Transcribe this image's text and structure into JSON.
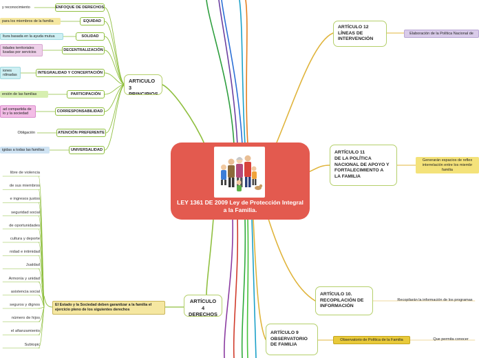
{
  "central": {
    "title": "LEY 1361 DE 2009  Ley de Protección Integral a la Familia.",
    "image_icon": "family-illustration"
  },
  "left_branches": {
    "principios": {
      "label": "ARTICULO 3 PRINCIPIOS",
      "children": [
        {
          "label": "ENFOQUE DE DERECHOS",
          "leaf": "y reconocimiento",
          "leaf_color": "c-plain"
        },
        {
          "label": "EQUIDAD",
          "leaf": "para los miembros de la familia",
          "leaf_color": "c-yellow"
        },
        {
          "label": "SOLIDAD",
          "leaf": "ltura basada en la ayuda mutua",
          "leaf_color": "c-cyan"
        },
        {
          "label": "DECENTRALIZACIÓN",
          "leaf": "tidades territoriales\nlizadas por servicios",
          "leaf_color": "c-pink"
        },
        {
          "label": "INTEGRALIDAD Y CONCERTACIÓN",
          "leaf": "iones\nrdinadas",
          "leaf_color": "c-cyan"
        },
        {
          "label": "PARTICIPACIÓN",
          "leaf": "ersión de las familias",
          "leaf_color": "c-green"
        },
        {
          "label": "CORRESPONSABILIDAD",
          "leaf": "ad compartida de\nlo y la sociedad",
          "leaf_color": "c-magenta"
        },
        {
          "label": "ATENCIÓN PREFERENTE",
          "leaf": "Obligación",
          "leaf_color": "c-plain"
        },
        {
          "label": "UNIVERSALIDAD",
          "leaf": "igidas a todas las familias",
          "leaf_color": "c-blue"
        }
      ]
    },
    "derechos": {
      "label": "ARTÍCULO 4 DERECHOS",
      "intro": "El Estado y la Sociedad deben garantizar a la familia el ejercicio pleno de los siguientes derechos",
      "items": [
        "libre de violencia",
        "de sus miembros",
        "e ingresos justos",
        "seguridad social",
        "de oportunidades",
        "cultura y deporte",
        "nidad e intimidad",
        "Jualdad",
        "Armonía y unidad",
        "asistencia social",
        "seguros y dignos",
        "número de hijos",
        "el afianzamiento",
        "Subtopic"
      ]
    }
  },
  "right_branches": [
    {
      "label": "ARTÍCULO 12\nLÍNEAS DE\nINTERVENCIÓN",
      "leaf": "Elaboración de la Política Nacional de",
      "leaf_color": "r-purple"
    },
    {
      "label": "ARTÍCULO 11\nDE LA POLÍTICA\nNACIONAL DE APOYO Y\nFORTALECIMIENTO A\nLA FAMILIA",
      "leaf": "Generarán espacios de reflex\ninterrelación entre los miembr\nfamilia",
      "leaf_color": "r-yellow"
    },
    {
      "label": "ARTÍCULO 10.\nRECOPILACIÓN DE\nINFORMACIÓN",
      "leaf": "Recopilarán la información de los programas",
      "leaf_color": "r-plain"
    },
    {
      "label": "ARTÍCULO 9\nOBSERVATORIO\nDE FAMILIA",
      "leaf": "Observatorio de Política de la Familia",
      "leaf_color": "r-gold",
      "leaf2": "Que permita conocer"
    }
  ],
  "colors": {
    "central": "#e35a4f",
    "left_lines": "#8fbf3f",
    "right_lines": "#e0b43b",
    "top_lines": [
      "#6b3fa0",
      "#2b6fd6",
      "#1aa0c8",
      "#e57e1e",
      "#2e9e3e"
    ],
    "bottom_lines": [
      "#2eaa3a",
      "#46c23a",
      "#d03a2a",
      "#8a3aa0",
      "#1aa0c8"
    ]
  }
}
